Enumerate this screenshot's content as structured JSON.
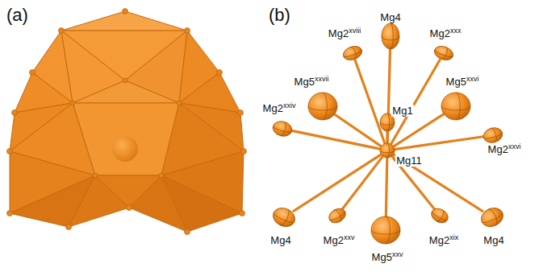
{
  "diagram": {
    "nodes": [
      {
        "text": [
          "Mg4"
        ]
      },
      {
        "text": [
          "Mg2",
          "xviii"
        ]
      },
      {
        "text": [
          "Mg2",
          "xxx"
        ]
      },
      {
        "text": [
          "Mg5",
          "xxvii"
        ]
      },
      {
        "text": [
          "Mg1"
        ]
      },
      {
        "text": [
          "Mg5",
          "xxvi"
        ]
      },
      {
        "text": [
          "Mg2",
          "xxiv"
        ]
      },
      {
        "text": [
          "Mg11"
        ]
      },
      {
        "text": [
          "Mg2",
          "xxvi"
        ]
      },
      {
        "text": [
          "Mg4"
        ]
      },
      {
        "text": [
          "Mg2",
          "xxv"
        ]
      },
      {
        "text": [
          "Mg5",
          "xxv"
        ]
      },
      {
        "text": [
          "Mg2",
          "xix"
        ]
      },
      {
        "text": [
          "Mg4"
        ]
      }
    ],
    "edges": [
      {
        "from": 7,
        "to": 0,
        "arrow": "none"
      },
      {
        "from": 7,
        "to": 1,
        "arrow": "none"
      },
      {
        "from": 7,
        "to": 2,
        "arrow": "none"
      },
      {
        "from": 7,
        "to": 3,
        "arrow": "none"
      },
      {
        "from": 7,
        "to": 4,
        "arrow": "none"
      },
      {
        "from": 7,
        "to": 5,
        "arrow": "none"
      },
      {
        "from": 7,
        "to": 6,
        "arrow": "none"
      },
      {
        "from": 7,
        "to": 8,
        "arrow": "none"
      },
      {
        "from": 7,
        "to": 9,
        "arrow": "none"
      },
      {
        "from": 7,
        "to": 10,
        "arrow": "none"
      },
      {
        "from": 7,
        "to": 11,
        "arrow": "none"
      },
      {
        "from": 7,
        "to": 12,
        "arrow": "none"
      },
      {
        "from": 7,
        "to": 13,
        "arrow": "none"
      }
    ],
    "labels": [
      "(a)",
      "(b)"
    ]
  }
}
